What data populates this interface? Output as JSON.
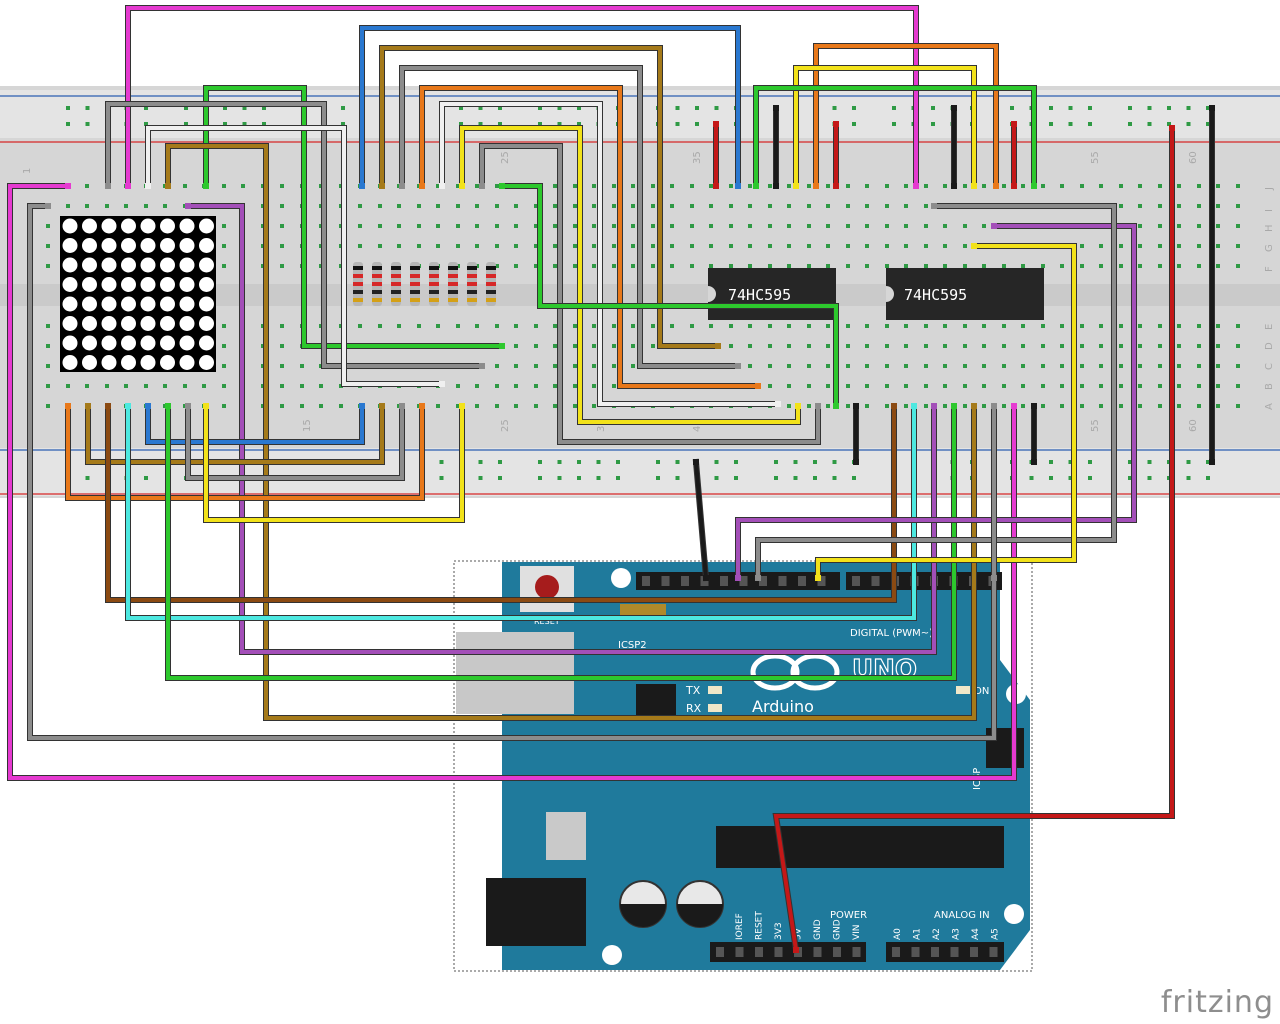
{
  "breadboard": {
    "column_numbers": [
      "1",
      "15",
      "25",
      "3",
      "4",
      "35",
      "55",
      "60"
    ],
    "row_letters_top": [
      "J",
      "I",
      "H",
      "G",
      "F"
    ],
    "row_letters_bottom": [
      "E",
      "D",
      "C",
      "B",
      "A"
    ]
  },
  "chips": [
    {
      "label": "74HC595"
    },
    {
      "label": "74HC595"
    }
  ],
  "arduino": {
    "logo_text": "Arduino",
    "uno_text": "UNO",
    "digital_label": "DIGITAL (PWM~)",
    "icsp_label": "ICSP2",
    "icsp2_label": "ICSP",
    "tx_label": "TX",
    "rx_label": "RX",
    "reset_label": "RESET",
    "on_label": "ON",
    "power_label": "POWER",
    "analog_label": "ANALOG IN",
    "power_pins": [
      "IOREF",
      "RESET",
      "3V3",
      "5V",
      "GND",
      "GND",
      "VIN"
    ],
    "analog_pins": [
      "A0",
      "A1",
      "A2",
      "A3",
      "A4",
      "A5"
    ]
  },
  "watermark": "fritzing",
  "colors": {
    "board": "#1f7a9c",
    "breadboard": "#d9d9d9",
    "rail_red": "#d62828",
    "rail_blue": "#2a5db0",
    "hole": "#2fa84f"
  }
}
